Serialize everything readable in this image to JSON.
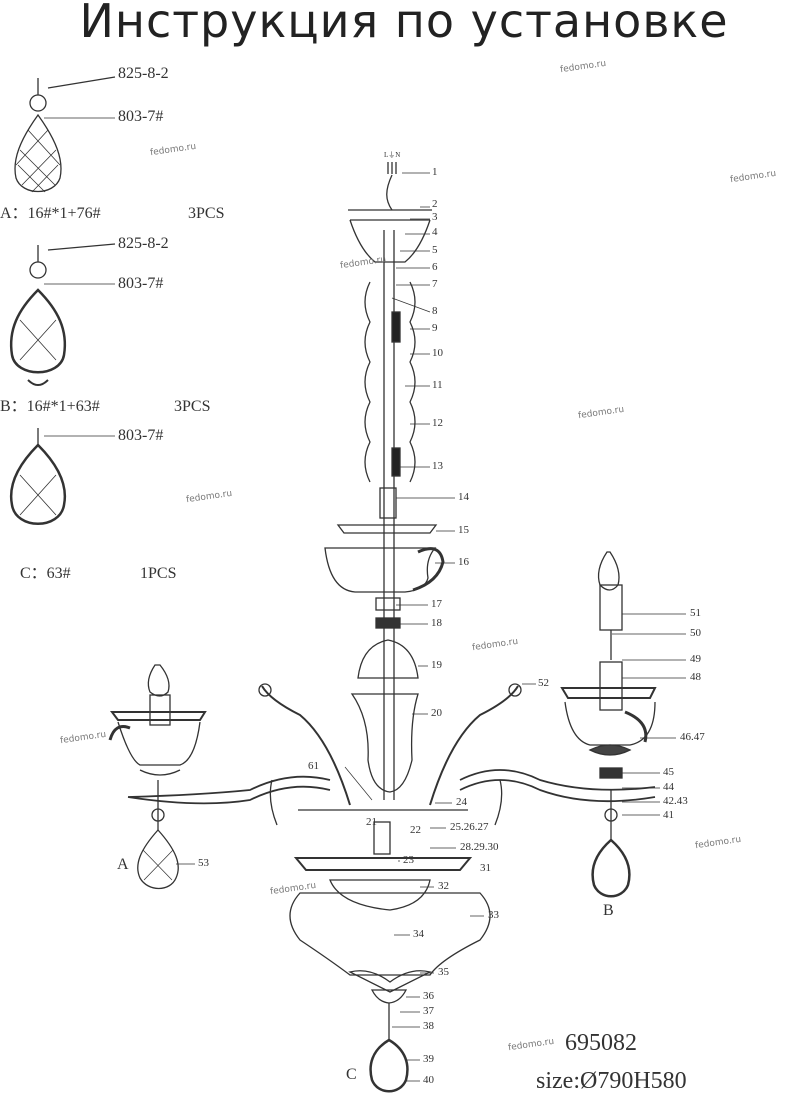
{
  "title": "Инструкция по установке",
  "pendants": {
    "a": {
      "label": "A：16#*1+76#",
      "qty": "3PCS",
      "part1": "825-8-2",
      "part2": "803-7#"
    },
    "b": {
      "label": "B：16#*1+63#",
      "qty": "3PCS",
      "part1": "825-8-2",
      "part2": "803-7#"
    },
    "c": {
      "label": "C：63#",
      "qty": "1PCS",
      "part2": "803-7#"
    }
  },
  "wiring_label": "L⏚N",
  "parts": [
    "1",
    "2",
    "3",
    "4",
    "5",
    "6",
    "7",
    "8",
    "9",
    "10",
    "11",
    "12",
    "13",
    "14",
    "15",
    "16",
    "17",
    "18",
    "19",
    "20",
    "21",
    "22",
    "23",
    "24",
    "25.26.27",
    "28.29.30",
    "31",
    "32",
    "33",
    "34",
    "35",
    "36",
    "37",
    "38",
    "39",
    "40",
    "41",
    "42.43",
    "44",
    "45",
    "46.47",
    "48",
    "49",
    "50",
    "51",
    "52",
    "53",
    "61"
  ],
  "position_letters": [
    "A",
    "B",
    "C"
  ],
  "model": "695082",
  "size": "size:Ø790H580",
  "watermark": "fedomo.ru"
}
